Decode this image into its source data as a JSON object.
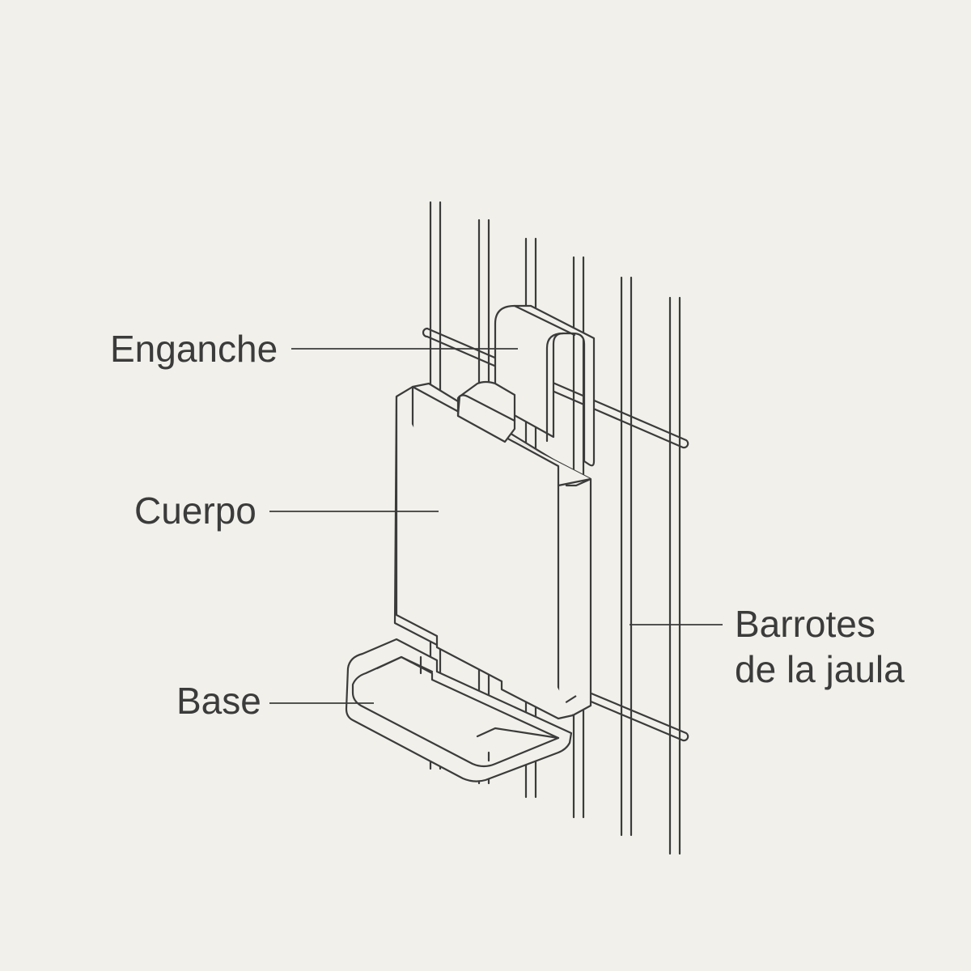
{
  "labels": {
    "hook": "Enganche",
    "body": "Cuerpo",
    "base": "Base",
    "bars_line1": "Barrotes",
    "bars_line2": "de la jaula"
  },
  "colors": {
    "background": "#f1f0ea",
    "ink": "#3b3b3b"
  }
}
